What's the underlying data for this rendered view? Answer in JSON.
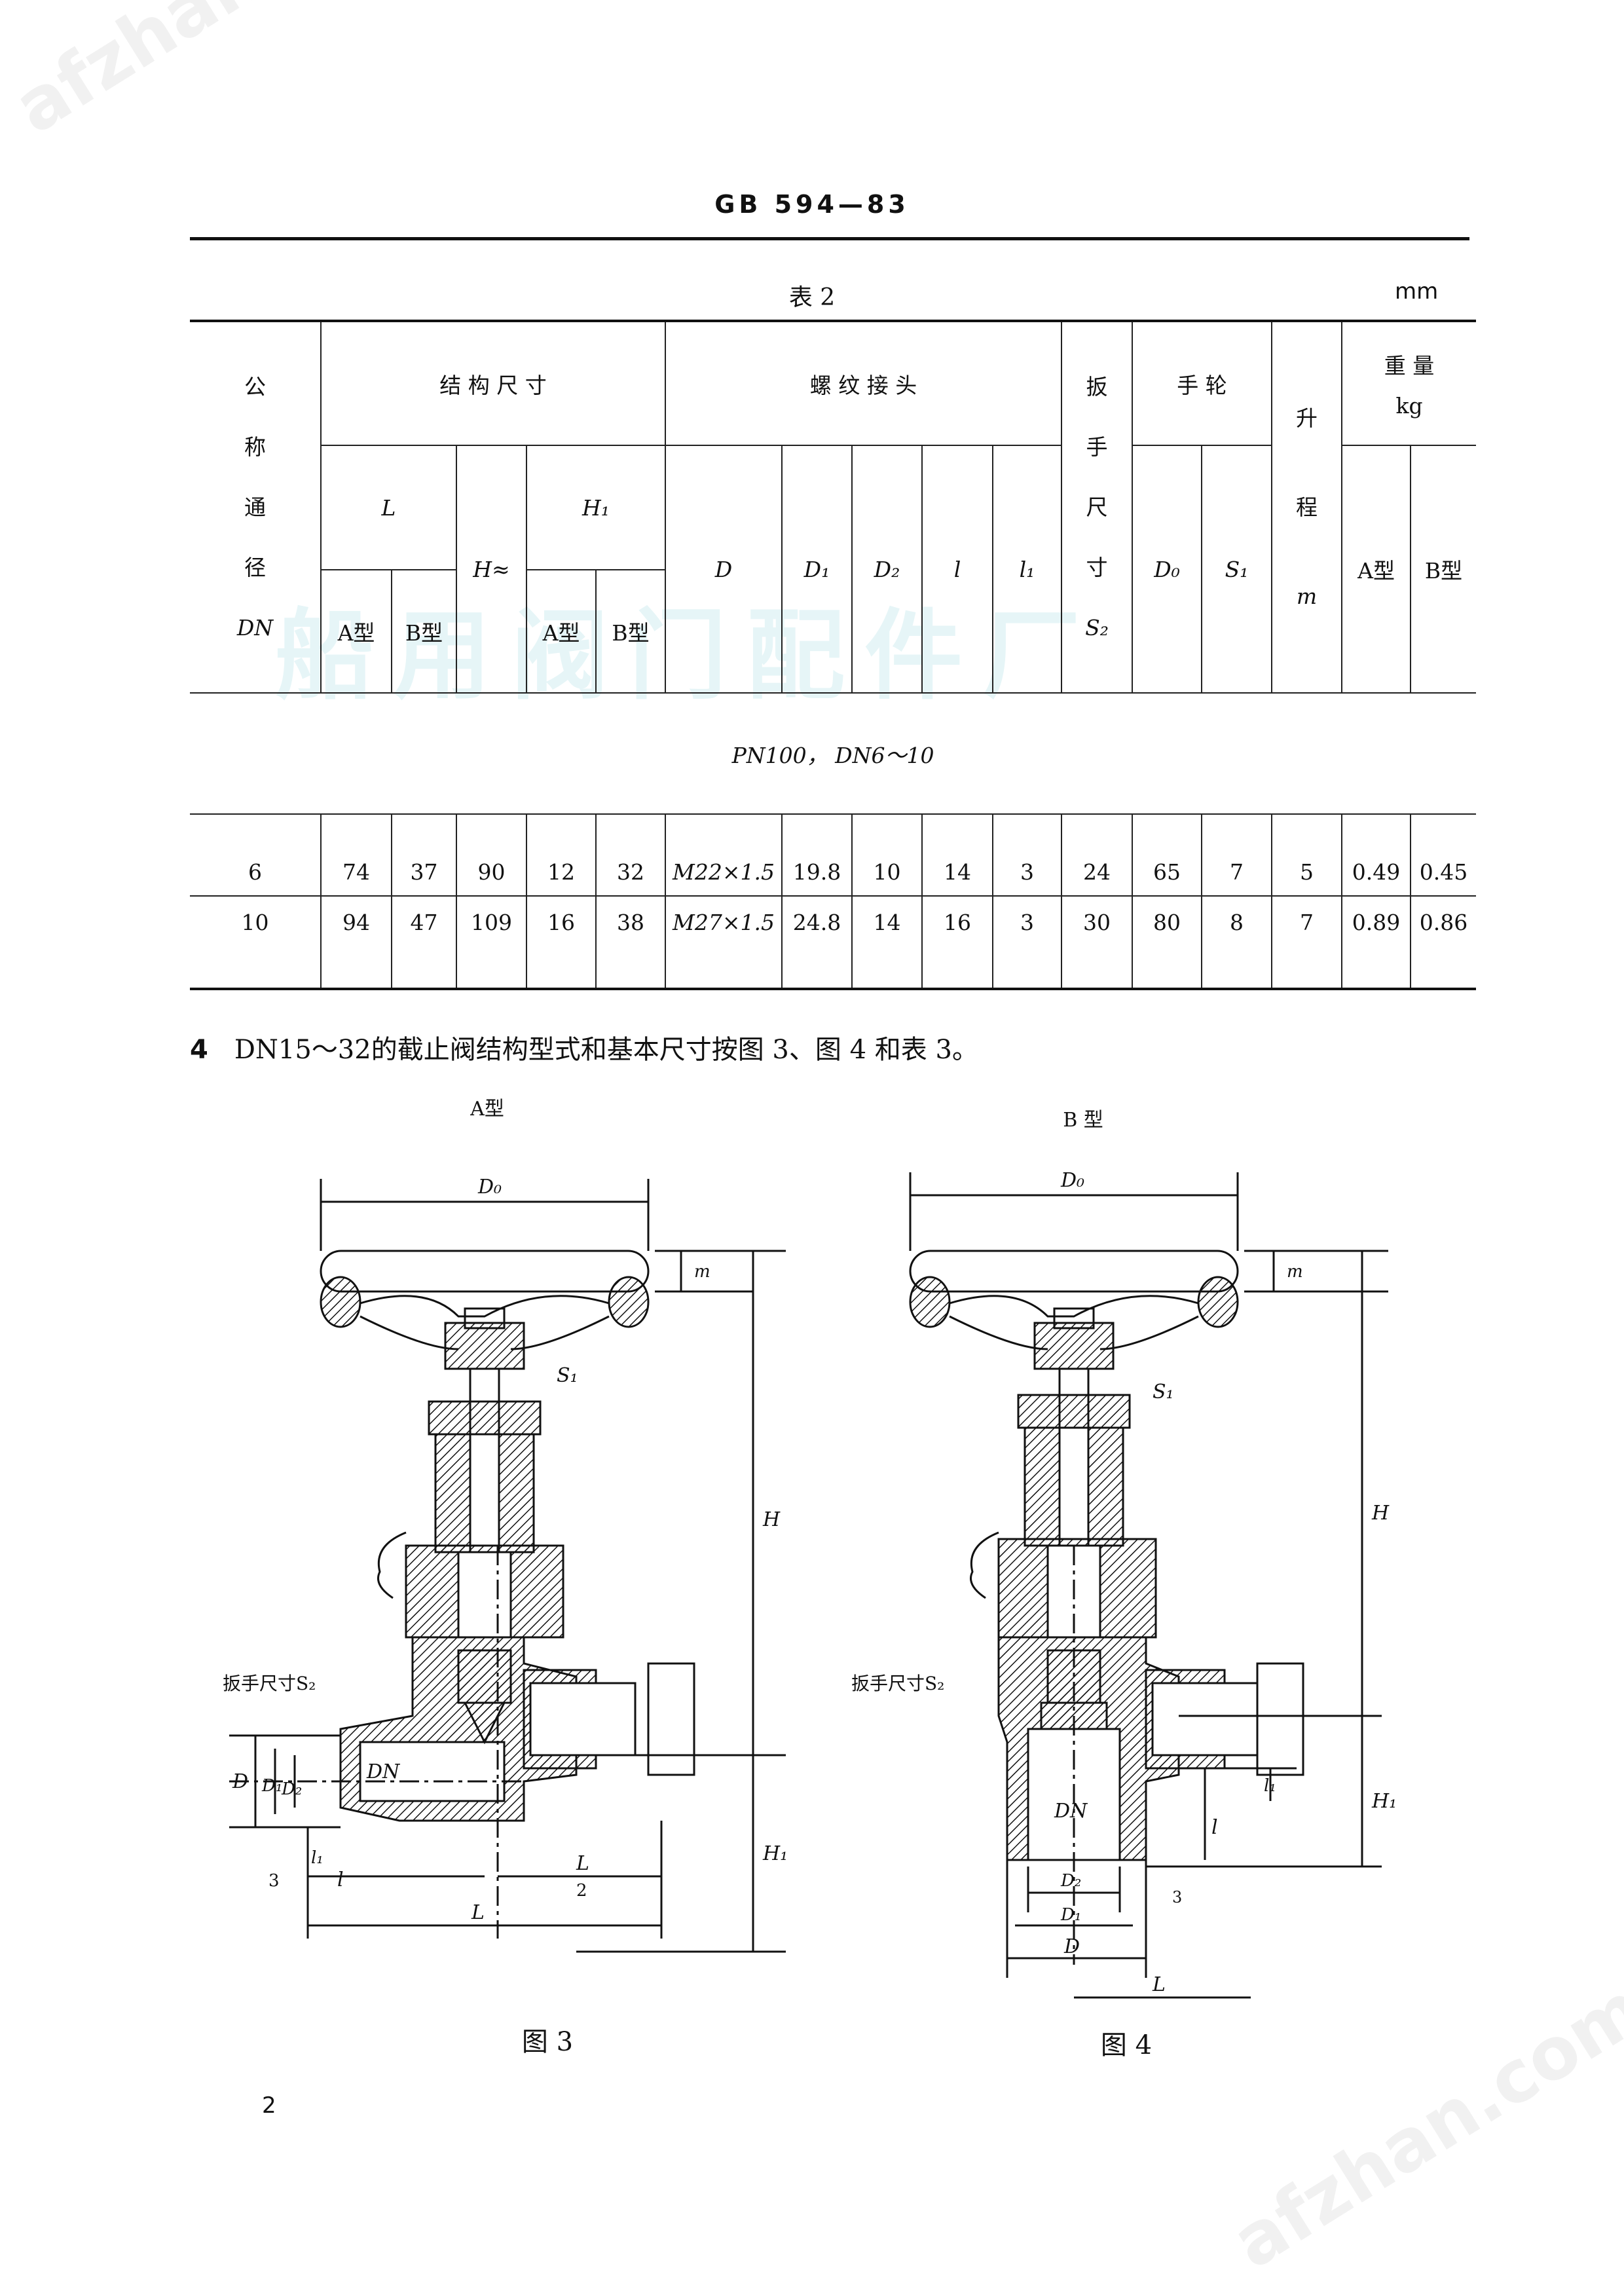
{
  "header": {
    "standard": "GB 594—83"
  },
  "table": {
    "caption": "表 2",
    "unit": "mm",
    "headers": {
      "dn_chars": [
        "公",
        "称",
        "通",
        "径"
      ],
      "dn_symbol": "DN",
      "structure": "结 构 尺 寸",
      "thread": "螺 纹 接 头",
      "wrench_chars": [
        "扳",
        "手",
        "尺",
        "寸"
      ],
      "wrench_symbol": "S₂",
      "handwheel": "手 轮",
      "lift_chars": [
        "升",
        "程"
      ],
      "lift_symbol": "m",
      "weight": "重 量",
      "weight_unit": "kg",
      "L": "L",
      "H": "H≈",
      "H1": "H₁",
      "D": "D",
      "D1": "D₁",
      "D2": "D₂",
      "l": "l",
      "l1": "l₁",
      "D0": "D₀",
      "S1": "S₁",
      "typeA": "A型",
      "typeB": "B型"
    },
    "section_title": "PN100，      DN6～10",
    "rows": [
      [
        "6",
        "74",
        "37",
        "90",
        "12",
        "32",
        "M22×1.5",
        "19.8",
        "10",
        "14",
        "3",
        "24",
        "65",
        "7",
        "5",
        "0.49",
        "0.45"
      ],
      [
        "10",
        "94",
        "47",
        "109",
        "16",
        "38",
        "M27×1.5",
        "24.8",
        "14",
        "16",
        "3",
        "30",
        "80",
        "8",
        "7",
        "0.89",
        "0.86"
      ]
    ]
  },
  "paragraph": {
    "number": "4",
    "text": "DN15～32的截止阀结构型式和基本尺寸按图 3、图 4 和表 3。"
  },
  "figures": {
    "fig3": {
      "type_label": "A型",
      "caption": "图 3",
      "labels": {
        "D0": "D₀",
        "m": "m",
        "S1": "S₁",
        "H": "H",
        "wrench": "扳手尺寸S₂",
        "H1": "H₁",
        "D": "D",
        "D1": "D₁",
        "D2": "D₂",
        "DN": "DN",
        "l1": "l₁",
        "three": "3",
        "l": "l",
        "L": "L",
        "Lhalf_num": "L",
        "Lhalf_den": "2"
      }
    },
    "fig4": {
      "type_label": "B 型",
      "caption": "图 4",
      "labels": {
        "D0": "D₀",
        "m": "m",
        "S1": "S₁",
        "H": "H",
        "wrench": "扳手尺寸S₂",
        "H1": "H₁",
        "DN": "DN",
        "l1": "l₁",
        "l": "l",
        "three": "3",
        "D2": "D₂",
        "D1": "D₁",
        "D": "D",
        "L": "L"
      }
    }
  },
  "page_number": "2",
  "watermark": {
    "text": "船用阀门配件厂",
    "site": "afzhan.com"
  }
}
